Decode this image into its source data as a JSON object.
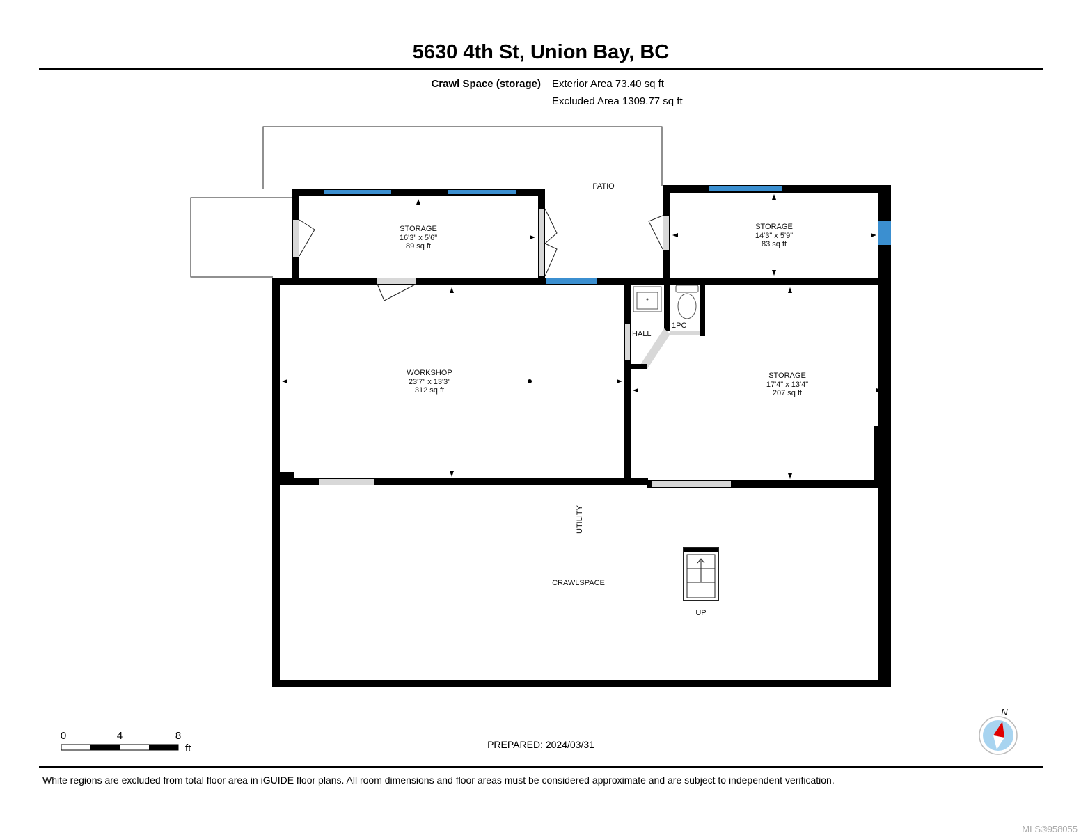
{
  "header": {
    "title": "5630 4th St, Union Bay, BC",
    "level_name": "Crawl Space (storage)",
    "exterior_area": "Exterior Area 73.40 sq ft",
    "excluded_area": "Excluded Area 1309.77 sq ft"
  },
  "rooms": {
    "patio": "PATIO",
    "storage_left": {
      "name": "STORAGE",
      "dims": "16'3\" x 5'6\"",
      "area": "89 sq ft"
    },
    "storage_right_top": {
      "name": "STORAGE",
      "dims": "14'3\" x 5'9\"",
      "area": "83 sq ft"
    },
    "workshop": {
      "name": "WORKSHOP",
      "dims": "23'7\" x 13'3\"",
      "area": "312 sq ft"
    },
    "storage_right": {
      "name": "STORAGE",
      "dims": "17'4\" x 13'4\"",
      "area": "207 sq ft"
    },
    "hall": "HALL",
    "bath": "1PC",
    "utility": "UTILITY",
    "crawlspace": "CRAWLSPACE",
    "stairs": "UP"
  },
  "scale": {
    "ticks": [
      "0",
      "4",
      "8"
    ],
    "unit": "ft"
  },
  "prepared": "PREPARED: 2024/03/31",
  "compass": "N",
  "footer": {
    "disclaimer": "White regions are excluded from total floor area in iGUIDE floor plans. All room dimensions and floor areas must be considered approximate and are subject to independent verification.",
    "mls": "MLS®958055"
  },
  "colors": {
    "window": "#3b8fd0",
    "door": "#d8d8d8",
    "compass_needle": "#e00000",
    "compass_bg": "#a8d4f0"
  }
}
